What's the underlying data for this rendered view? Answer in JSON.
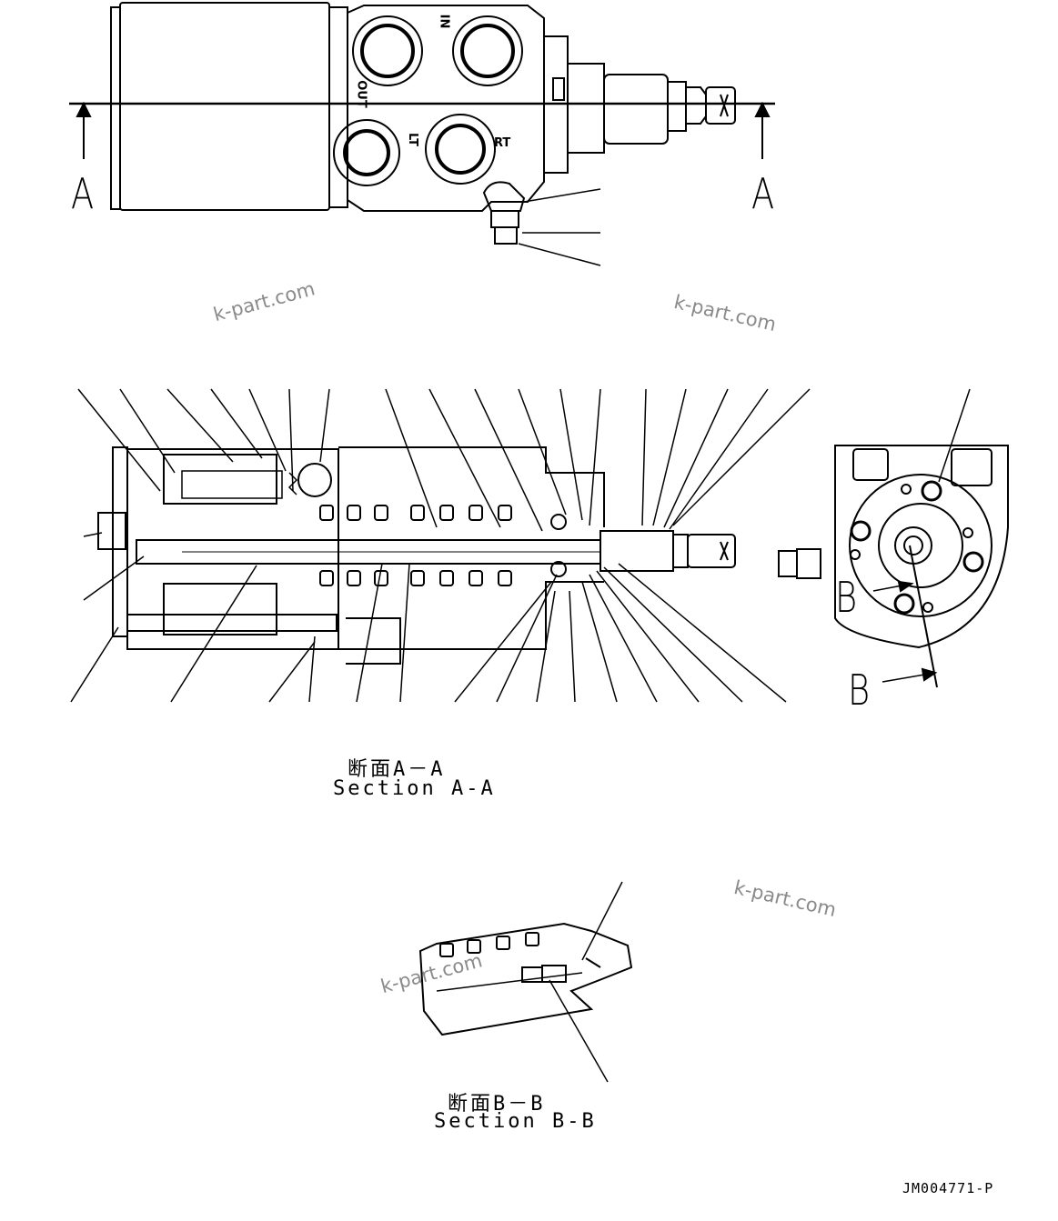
{
  "view_labels": {
    "a_left": "A",
    "a_right": "A",
    "b_top": "B",
    "b_bottom": "B"
  },
  "ports": {
    "in": "IN",
    "out": "OUT",
    "lt": "LT",
    "rt": "RT"
  },
  "captions": {
    "section_aa_jp": "断面A－A",
    "section_aa_en": "Section A-A",
    "section_bb_jp": "断面B－B",
    "section_bb_en": "Section B-B"
  },
  "watermarks": [
    "k-part.com",
    "k-part.com",
    "k-part.com",
    "k-part.com"
  ],
  "document_id": "JM004771-P"
}
